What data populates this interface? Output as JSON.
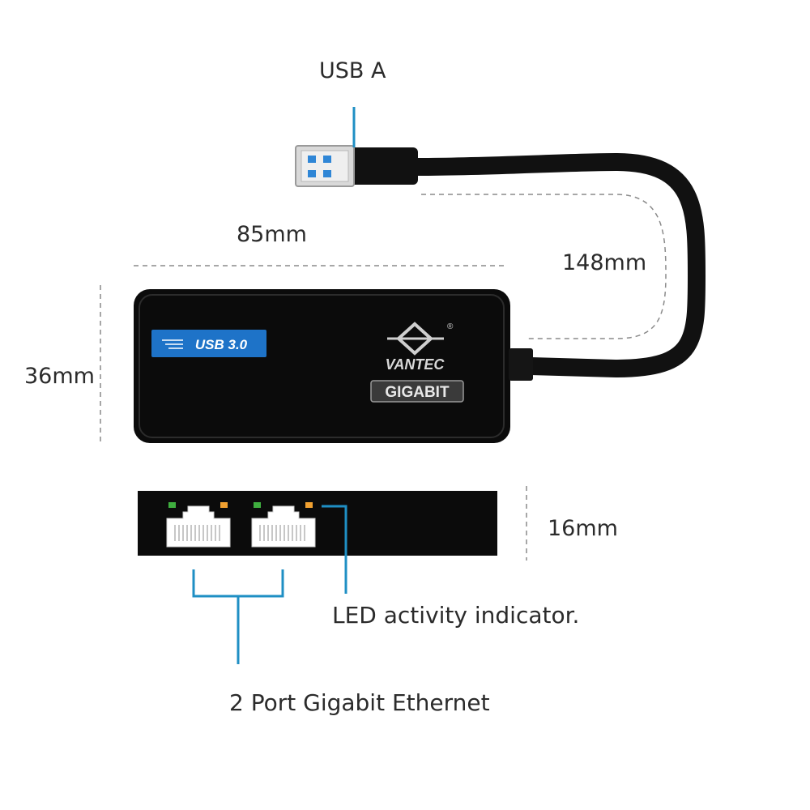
{
  "labels": {
    "usb_a": "USB A",
    "width_85": "85mm",
    "cable_148": "148mm",
    "height_36": "36mm",
    "depth_16": "16mm",
    "led": "LED activity indicator.",
    "ports": "2 Port Gigabit Ethernet"
  },
  "device": {
    "usb_badge": "USB 3.0",
    "brand": "VANTEC",
    "registered": "®",
    "gigabit_badge": "GIGABIT"
  },
  "colors": {
    "callout": "#1f8fc4",
    "body": "#0b0b0b",
    "usb_badge": "#1e73c8",
    "led_green": "#3fae3f",
    "led_orange": "#f0a030",
    "usb_tongue": "#2f86d6"
  }
}
